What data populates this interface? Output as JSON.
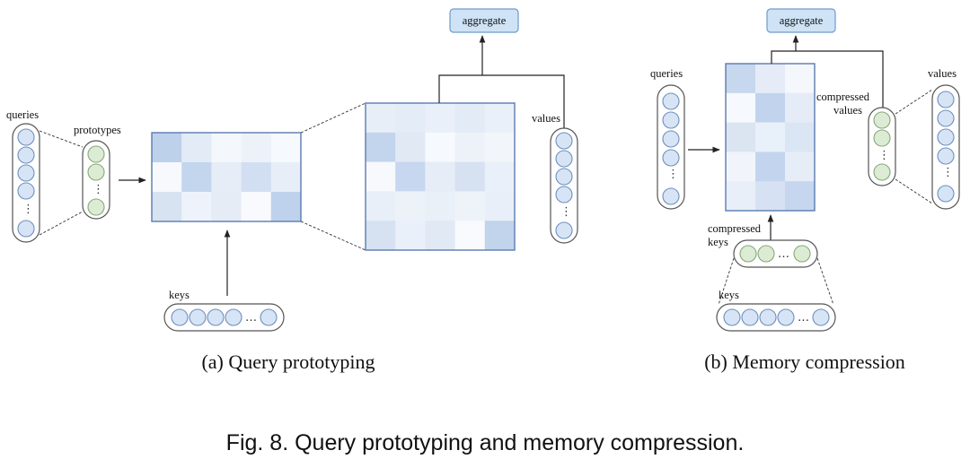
{
  "figure": {
    "caption": "Fig. 8.  Query prototyping and memory compression."
  },
  "panel_a": {
    "subcaption": "(a)  Query prototyping",
    "labels": {
      "queries": "queries",
      "prototypes": "prototypes",
      "keys": "keys",
      "values": "values",
      "aggregate": "aggregate"
    },
    "ellipsis": "…",
    "vellipsis": "⋮"
  },
  "panel_b": {
    "subcaption": "(b)  Memory compression",
    "labels": {
      "queries": "queries",
      "compressed_values": [
        "compressed",
        "values"
      ],
      "compressed_keys": [
        "compressed",
        "keys"
      ],
      "keys": "keys",
      "values": "values",
      "aggregate": "aggregate"
    },
    "ellipsis": "…",
    "vellipsis": "⋮"
  },
  "colors": {
    "query_node": "#d6e4f5",
    "prototype_node": "#dcebd3",
    "aggregate_box": "#cfe3f6",
    "matrix_border": "#5a7bb0"
  },
  "matrices": {
    "small_a": [
      [
        "#bed1eb",
        "#e3ebf6",
        "#f4f7fc",
        "#edf2f9",
        "#f6f9fd"
      ],
      [
        "#f7f9fd",
        "#c4d6ee",
        "#e6edf7",
        "#d2dff2",
        "#e8eef8"
      ],
      [
        "#d8e3f1",
        "#eef3fb",
        "#e5ecf6",
        "#f8fafd",
        "#bfd2ec"
      ]
    ],
    "large_a": [
      [
        "#e7eef8",
        "#e4ecf7",
        "#eaf0f9",
        "#e3ebf6",
        "#eaf0f9"
      ],
      [
        "#c2d5ed",
        "#e1e9f5",
        "#f6f9fd",
        "#edf2f9",
        "#f2f6fb"
      ],
      [
        "#f7f9fd",
        "#c6d7ef",
        "#e6edf7",
        "#d6e1f2",
        "#eaf0f9"
      ],
      [
        "#e9eff8",
        "#edf2f9",
        "#eaf0f8",
        "#eef3fa",
        "#e9eff8"
      ],
      [
        "#d6e1f1",
        "#eaf0f9",
        "#e1e9f5",
        "#f8fafd",
        "#c1d4ec"
      ]
    ],
    "b": [
      [
        "#c6d7ee",
        "#e5ecf7",
        "#f4f7fc"
      ],
      [
        "#f6f9fd",
        "#c2d4ed",
        "#e5ecf7"
      ],
      [
        "#dbe4f1",
        "#e8f0fa",
        "#dbe6f4"
      ],
      [
        "#f1f5fb",
        "#c3d5ee",
        "#e6edf7"
      ],
      [
        "#e8eff8",
        "#d6e2f3",
        "#c5d6ee"
      ]
    ]
  }
}
